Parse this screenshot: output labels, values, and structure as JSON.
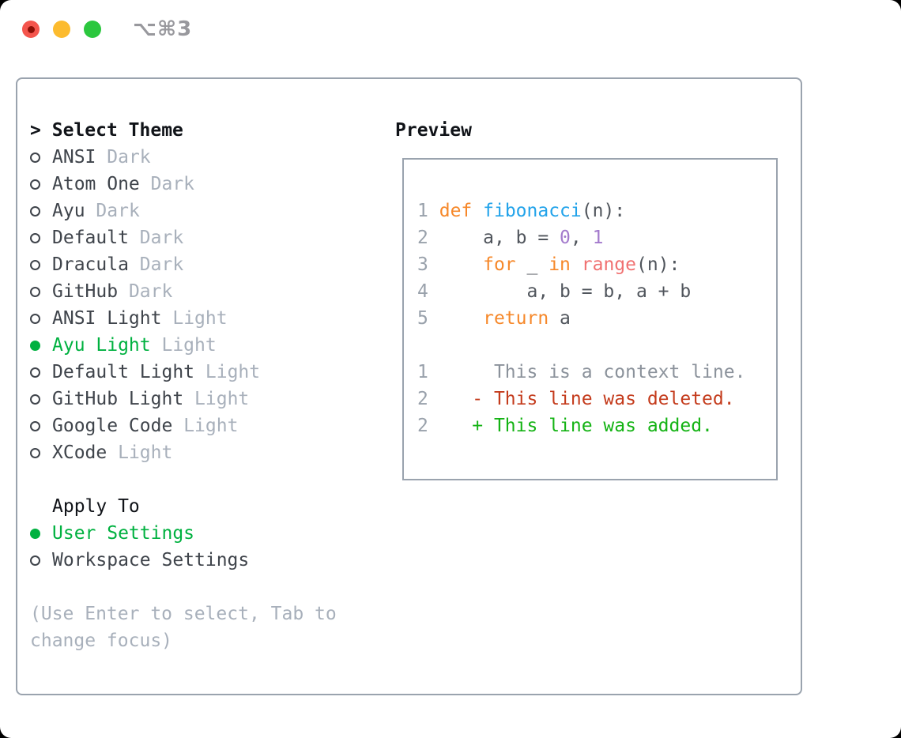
{
  "window": {
    "title_shortcut": "⌥⌘3",
    "traffic_lights": [
      "close",
      "minimize",
      "zoom"
    ]
  },
  "theme_picker": {
    "prompt": ">",
    "title": "Select Theme",
    "items": [
      {
        "name": "ANSI",
        "tag": "Dark",
        "selected": false
      },
      {
        "name": "Atom One",
        "tag": "Dark",
        "selected": false
      },
      {
        "name": "Ayu",
        "tag": "Dark",
        "selected": false
      },
      {
        "name": "Default",
        "tag": "Dark",
        "selected": false
      },
      {
        "name": "Dracula",
        "tag": "Dark",
        "selected": false
      },
      {
        "name": "GitHub",
        "tag": "Dark",
        "selected": false
      },
      {
        "name": "ANSI Light",
        "tag": "Light",
        "selected": false
      },
      {
        "name": "Ayu Light",
        "tag": "Light",
        "selected": true
      },
      {
        "name": "Default Light",
        "tag": "Light",
        "selected": false
      },
      {
        "name": "GitHub Light",
        "tag": "Light",
        "selected": false
      },
      {
        "name": "Google Code",
        "tag": "Light",
        "selected": false
      },
      {
        "name": "XCode",
        "tag": "Light",
        "selected": false
      }
    ]
  },
  "apply_to": {
    "title": "Apply To",
    "options": [
      {
        "label": "User Settings",
        "selected": true
      },
      {
        "label": "Workspace Settings",
        "selected": false
      }
    ]
  },
  "footer_hint": "(Use Enter to select, Tab to change focus)",
  "preview": {
    "title": "Preview",
    "lines": [
      {
        "num": "1",
        "tokens": [
          {
            "t": "def",
            "c": "keyword"
          },
          {
            "t": " ",
            "c": "fg"
          },
          {
            "t": "fibonacci",
            "c": "function"
          },
          {
            "t": "(n):",
            "c": "fg"
          }
        ]
      },
      {
        "num": "2",
        "tokens": [
          {
            "t": "    a, b = ",
            "c": "fg"
          },
          {
            "t": "0",
            "c": "number"
          },
          {
            "t": ", ",
            "c": "fg"
          },
          {
            "t": "1",
            "c": "number"
          }
        ]
      },
      {
        "num": "3",
        "tokens": [
          {
            "t": "    ",
            "c": "fg"
          },
          {
            "t": "for",
            "c": "keyword"
          },
          {
            "t": " _ ",
            "c": "fg"
          },
          {
            "t": "in",
            "c": "keyword"
          },
          {
            "t": " ",
            "c": "fg"
          },
          {
            "t": "range",
            "c": "builtin"
          },
          {
            "t": "(n):",
            "c": "fg"
          }
        ]
      },
      {
        "num": "4",
        "tokens": [
          {
            "t": "        a, b = b, a + b",
            "c": "fg"
          }
        ]
      },
      {
        "num": "5",
        "tokens": [
          {
            "t": "    ",
            "c": "fg"
          },
          {
            "t": "return",
            "c": "keyword"
          },
          {
            "t": " a",
            "c": "fg"
          }
        ]
      },
      {
        "num": "",
        "tokens": []
      },
      {
        "num": "1",
        "tokens": [
          {
            "t": "     This is a context line.",
            "c": "context"
          }
        ]
      },
      {
        "num": "2",
        "tokens": [
          {
            "t": "   ",
            "c": "fg"
          },
          {
            "t": "- This line was deleted.",
            "c": "deleted"
          }
        ]
      },
      {
        "num": "2",
        "tokens": [
          {
            "t": "   ",
            "c": "fg"
          },
          {
            "t": "+ This line was added.",
            "c": "added"
          }
        ]
      }
    ]
  },
  "colors": {
    "heading": "#101318",
    "item": "#3f444b",
    "muted": "#a8b0bb",
    "green": "#00b140",
    "border": "#9aa3ae",
    "title": "#98989d",
    "traffic": {
      "red": "#f4554d",
      "red_dot": "#8c0f06",
      "yellow": "#fcbb2e",
      "green": "#2bc73e"
    },
    "syntax": {
      "keyword": "#f6882a",
      "function": "#22a3ea",
      "number": "#a37acc",
      "builtin": "#f07171",
      "fg": "#50555c",
      "lineno": "#99a1ab",
      "context": "#8b929b",
      "deleted": "#c43b1c",
      "added": "#14b314"
    }
  }
}
